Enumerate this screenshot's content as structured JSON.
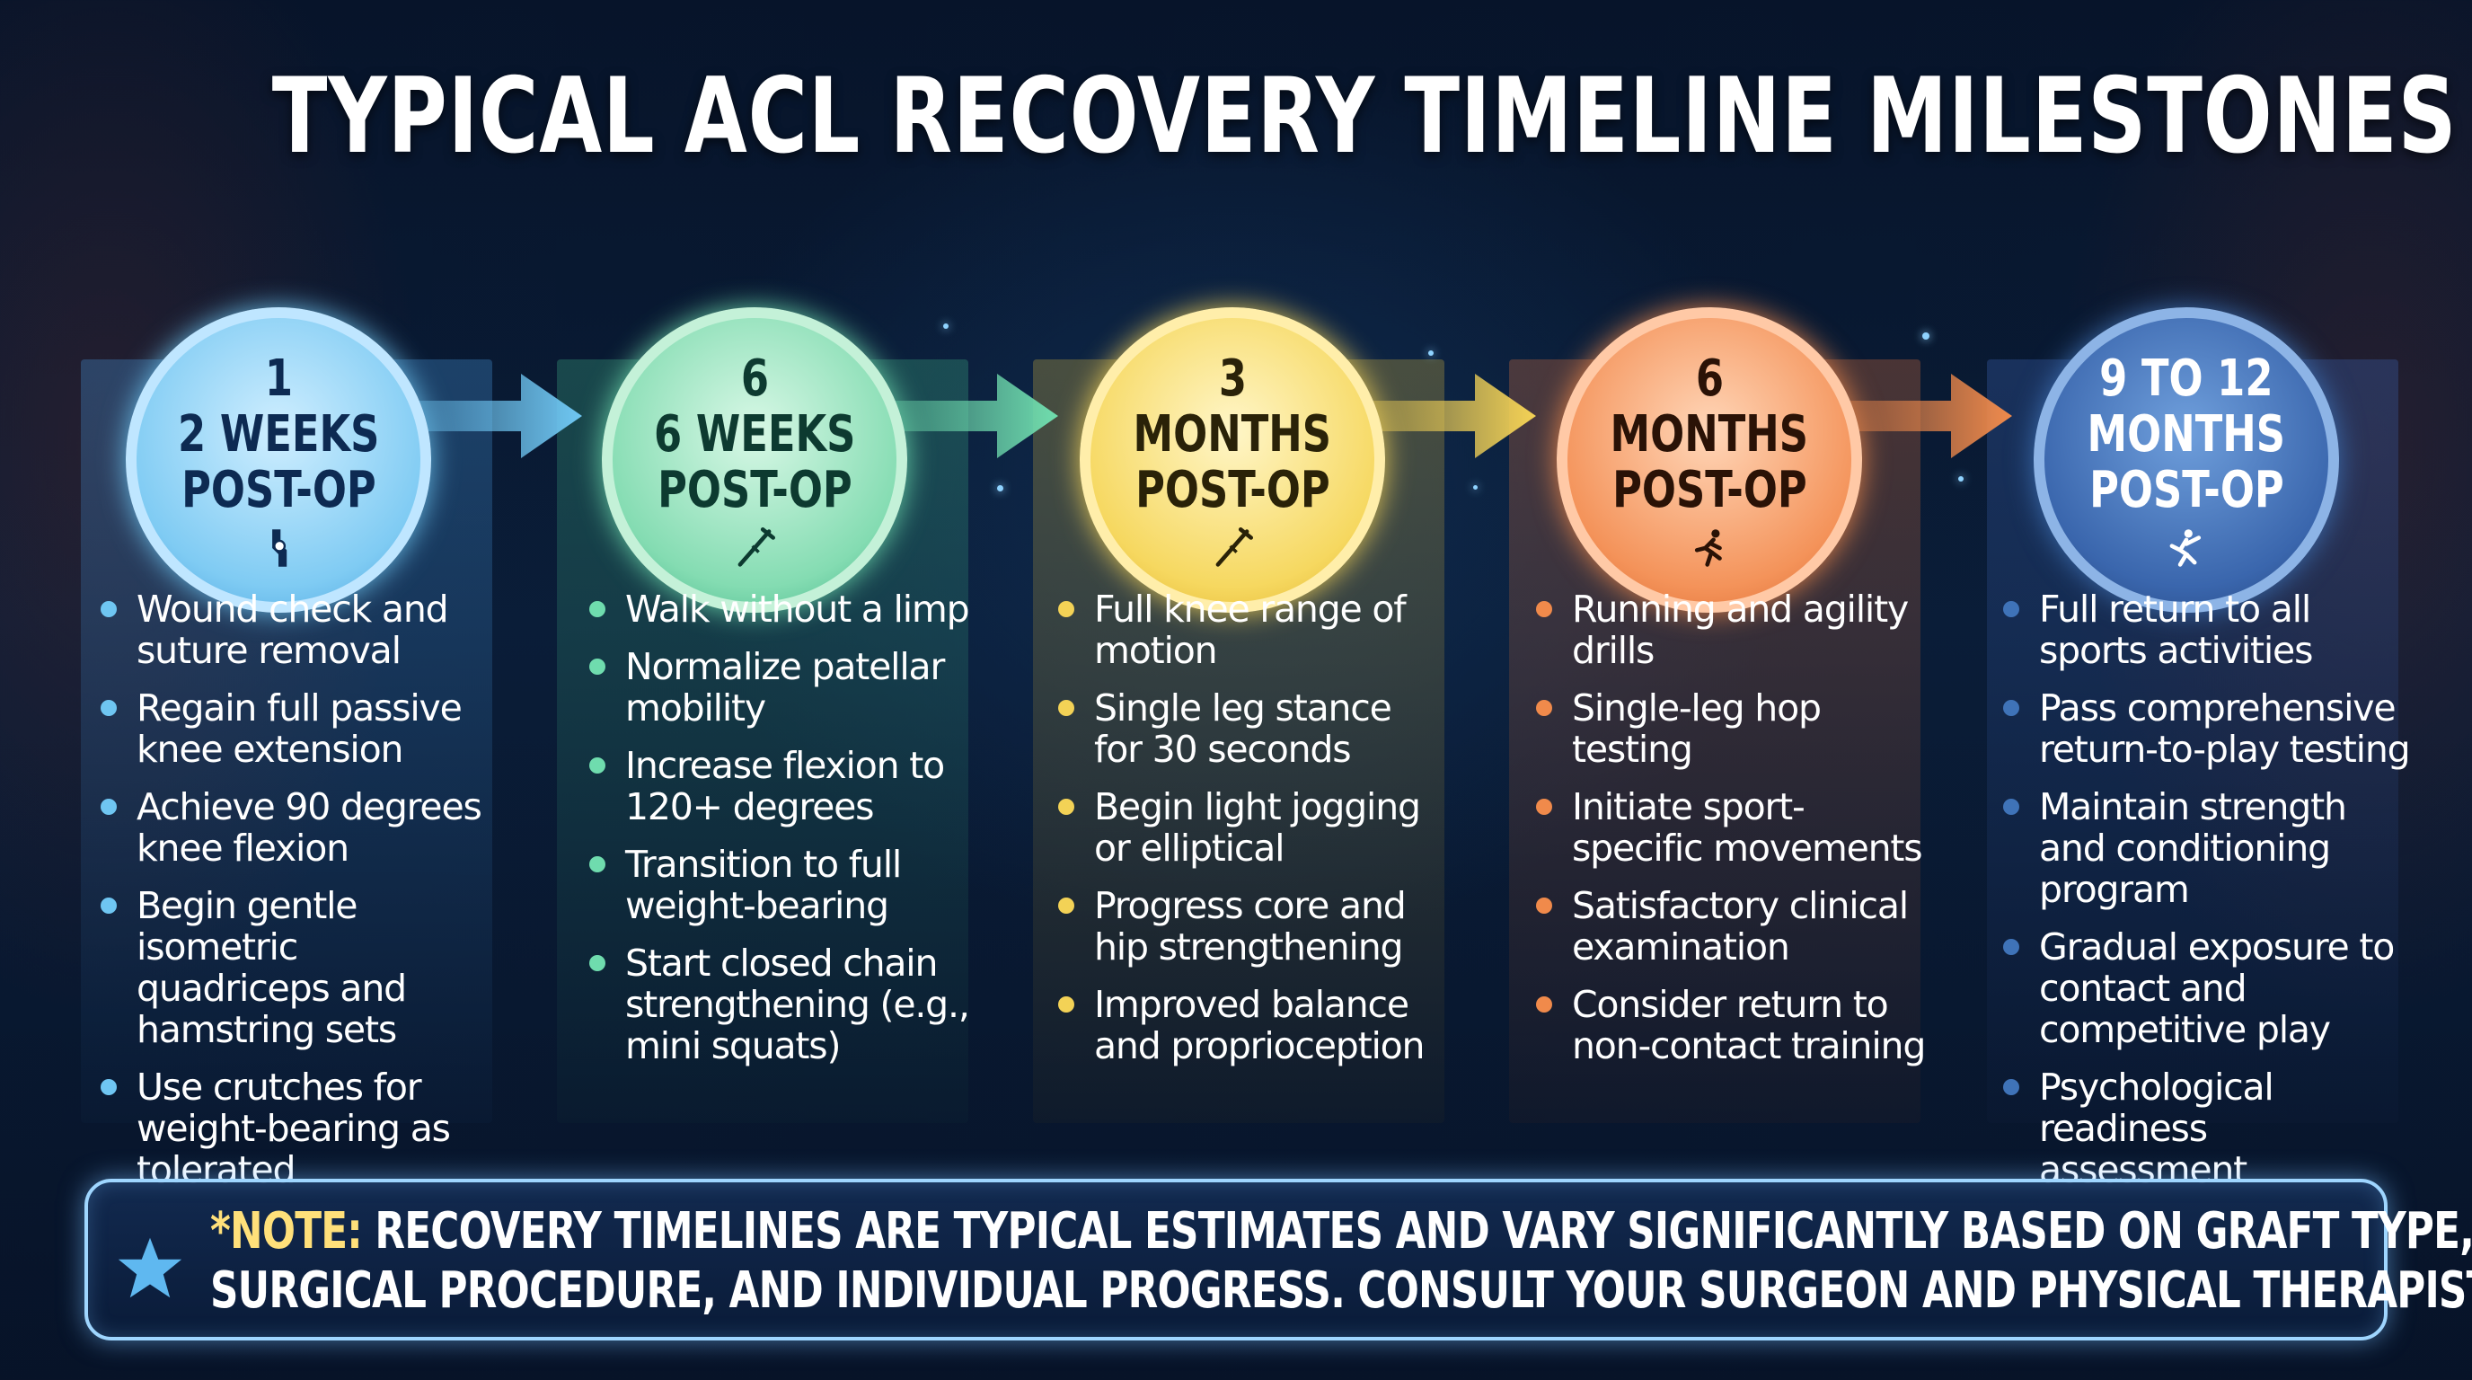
{
  "title": "TYPICAL ACL RECOVERY TIMELINE MILESTONES",
  "milestones": [
    {
      "number": "1",
      "line1": "2 WEEKS",
      "line2": "POST-OP",
      "icon": "knee-icon",
      "color": "#6fc6f2",
      "items": [
        "Wound check and suture removal",
        "Regain full passive knee extension",
        "Achieve 90 degrees knee flexion",
        "Begin gentle isometric quadriceps and hamstring sets",
        "Use crutches for weight-bearing as tolerated"
      ]
    },
    {
      "number": "6",
      "line1": "6 WEEKS",
      "line2": "POST-OP",
      "icon": "crutch-icon",
      "color": "#6fdcae",
      "items": [
        "Walk without a limp",
        "Normalize patellar mobility",
        "Increase flexion to 120+ degrees",
        "Transition to full weight-bearing",
        "Start closed chain strengthening (e.g., mini squats)"
      ]
    },
    {
      "number": "3",
      "line1": "MONTHS",
      "line2": "POST-OP",
      "icon": "crutch-icon",
      "color": "#f3d256",
      "items": [
        "Full knee range of motion",
        "Single leg stance for 30 seconds",
        "Begin light jogging or elliptical",
        "Progress core and hip strengthening",
        "Improved balance and proprioception"
      ]
    },
    {
      "number": "6",
      "line1": "MONTHS",
      "line2": "POST-OP",
      "icon": "runner-icon",
      "color": "#f08a4b",
      "items": [
        "Running and agility drills",
        "Single-leg hop testing",
        "Initiate sport-specific movements",
        "Satisfactory clinical examination",
        "Consider return to non-contact training"
      ]
    },
    {
      "number": "9 TO 12",
      "line1": "MONTHS",
      "line2": "POST-OP",
      "icon": "athlete-icon",
      "color": "#3f73b8",
      "items": [
        "Full return to all sports activities",
        "Pass comprehensive return-to-play testing",
        "Maintain strength and conditioning program",
        "Gradual exposure to contact and competitive play",
        "Psychological readiness assessment"
      ]
    }
  ],
  "note": {
    "label": "*NOTE:",
    "line1": "RECOVERY TIMELINES ARE TYPICAL ESTIMATES AND VARY SIGNIFICANTLY BASED ON GRAFT TYPE,",
    "line2": "SURGICAL PROCEDURE, AND INDIVIDUAL PROGRESS. CONSULT YOUR SURGEON AND PHYSICAL THERAPIST."
  }
}
